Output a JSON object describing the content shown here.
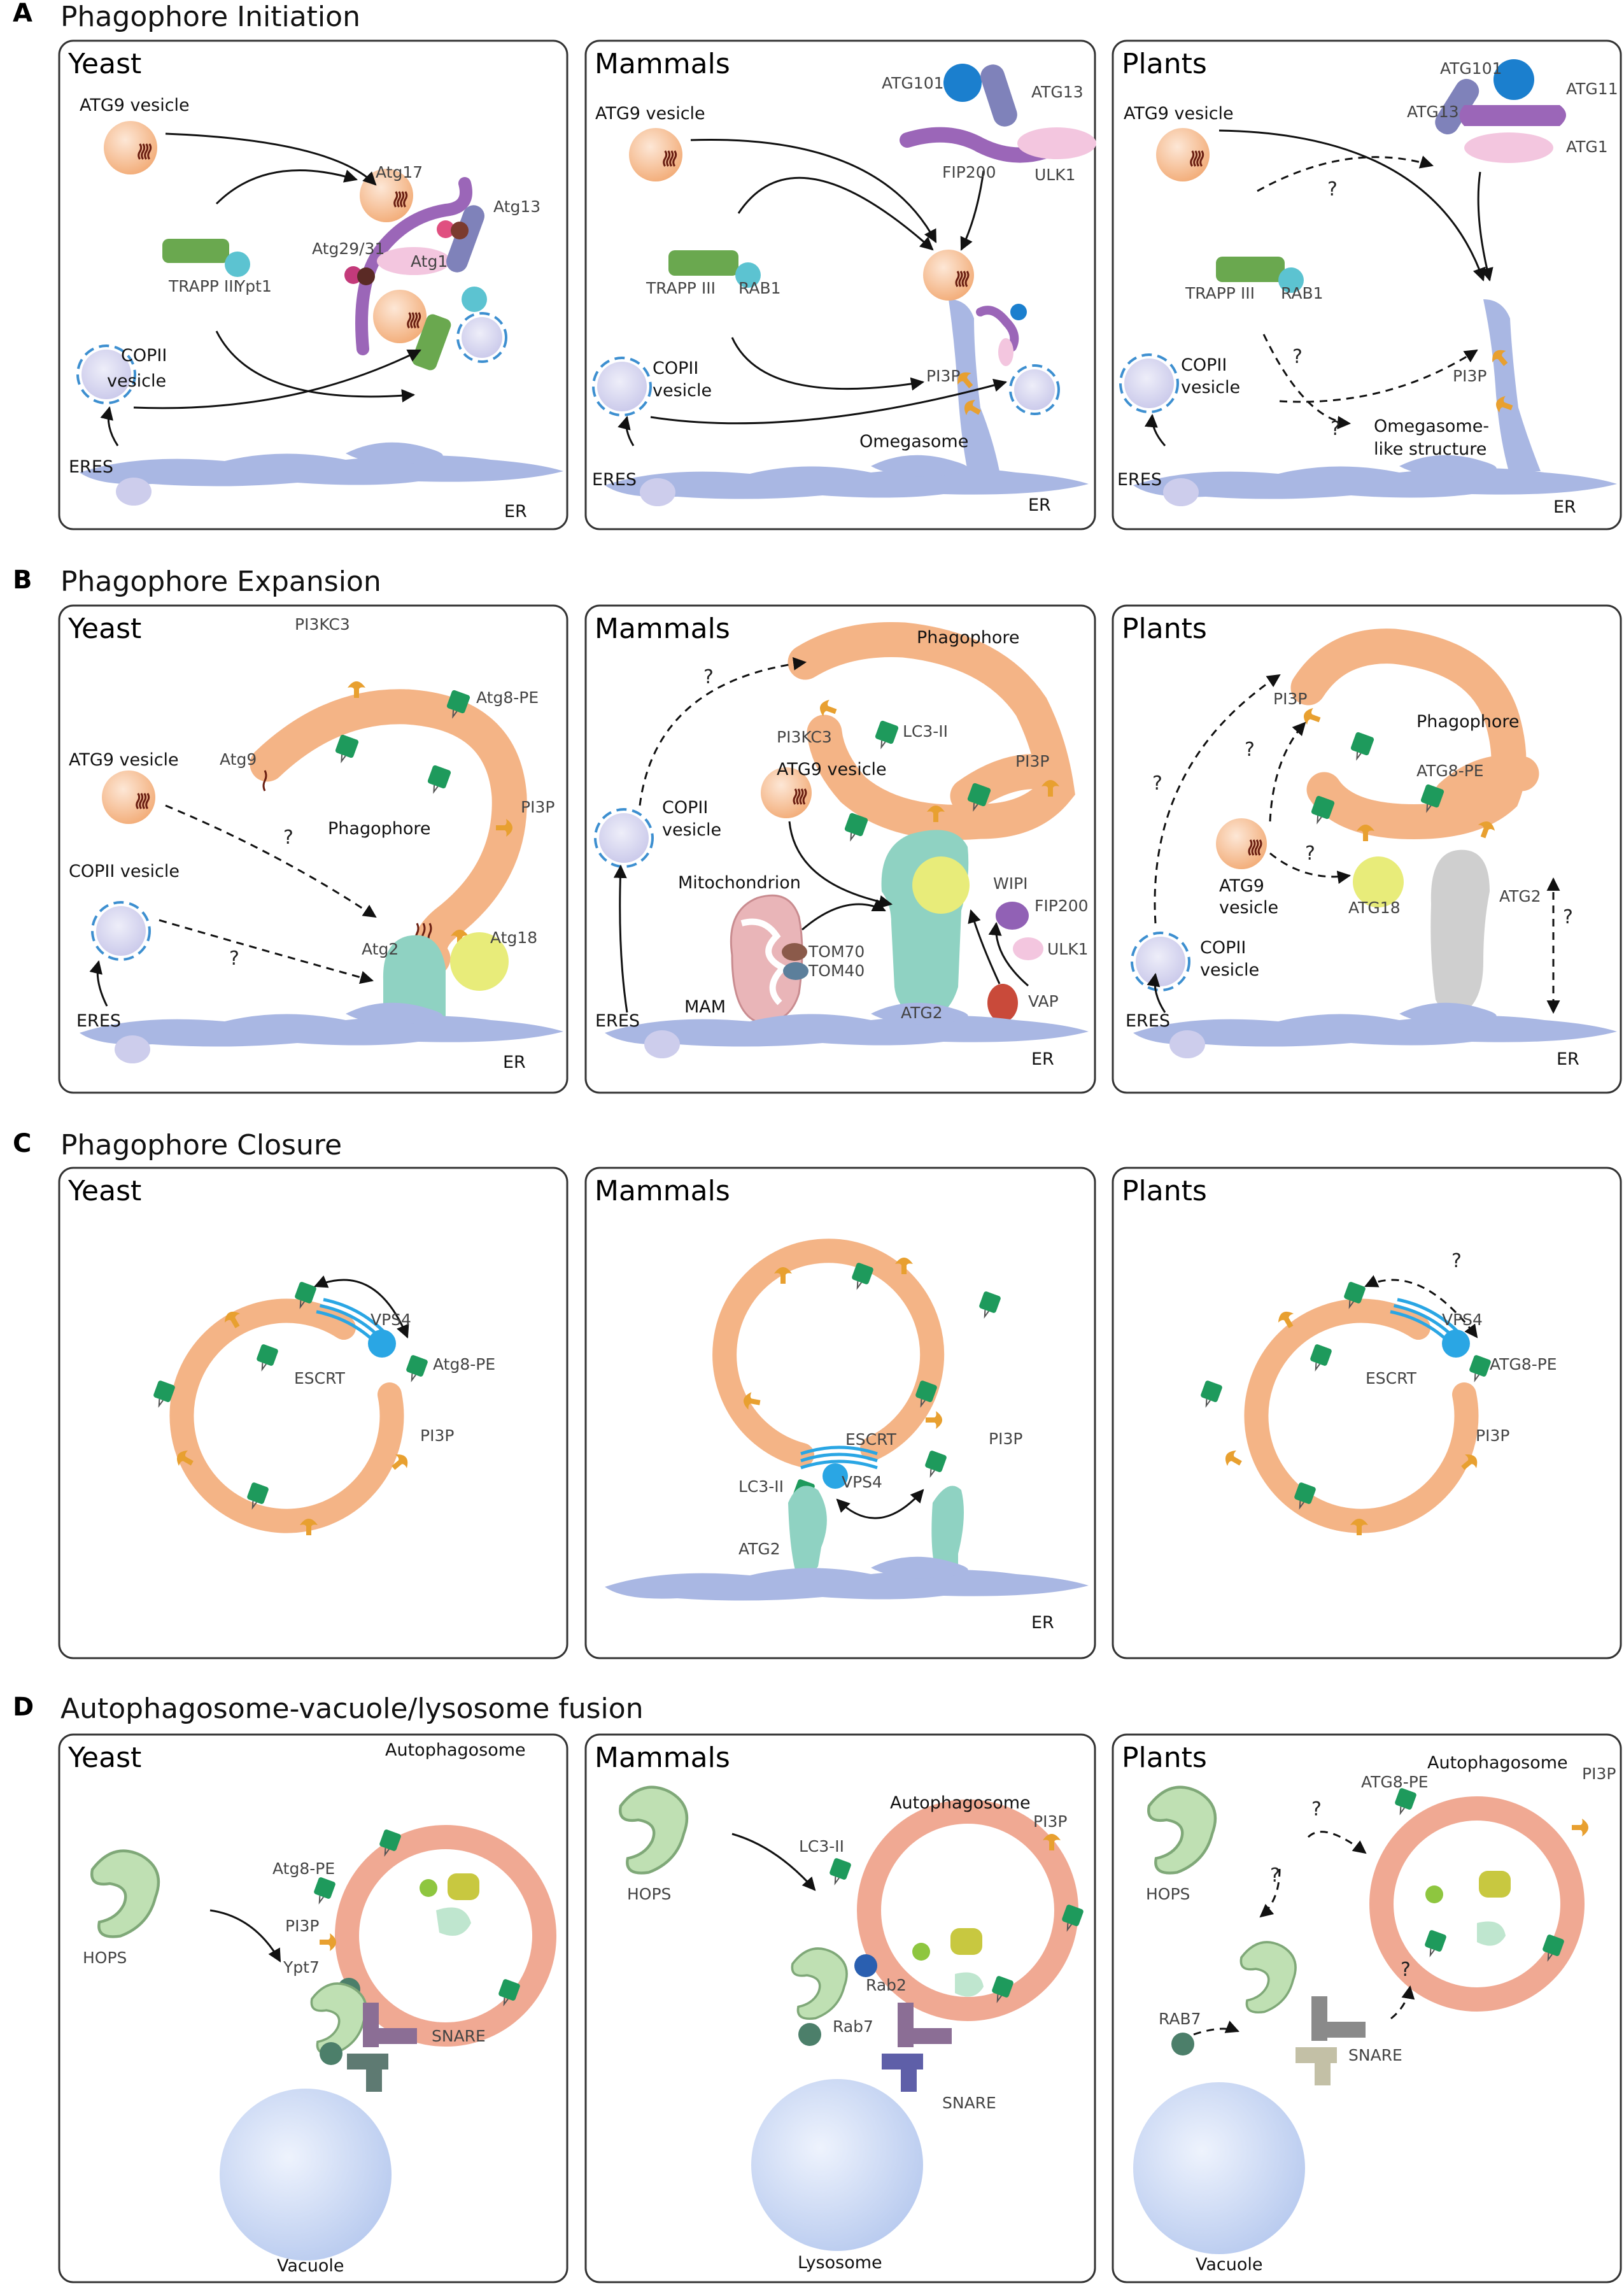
{
  "sections": [
    {
      "letter": "A",
      "title": "Phagophore Initiation"
    },
    {
      "letter": "B",
      "title": "Phagophore Expansion"
    },
    {
      "letter": "C",
      "title": "Phagophore Closure"
    },
    {
      "letter": "D",
      "title": "Autophagosome-vacuole/lysosome fusion"
    }
  ],
  "panel_titles": {
    "yeast": "Yeast",
    "mammals": "Mammals",
    "plants": "Plants"
  },
  "colors": {
    "vesicle_orange": "#f6bd91",
    "membrane_orange": "#f4b486",
    "er_blue": "#a9b7e3",
    "copii_fill": "#d3d3ee",
    "copii_dash": "#3d8fd0",
    "atg8_green": "#1e9a5c",
    "pi3p_orange": "#e8a030",
    "trapp_green": "#6aa84f",
    "ypt_cyan": "#5cc3d1",
    "atg1_pink": "#f3c6df",
    "atg17_purple": "#9b66b8",
    "atg13_slate": "#7f82ba",
    "atg2_teal": "#8fd2c2",
    "atg18_yellow": "#e8ec7a",
    "atg101_blue": "#1b7fce",
    "escrt_blue": "#2aa6e4",
    "vacuole_blue": "#c3d3f2",
    "hops_green": "#bfe0b3",
    "autophagosome_pink": "#f0a993",
    "snare_purple": "#8b6e95",
    "snare_blue": "#5e5fa8",
    "snare_gray": "#8a8a8a",
    "snare_tan": "#c3c0a6",
    "vap_red": "#c94a3a",
    "mito_pink": "#e9b5b8",
    "gray_atg2": "#cfcfcf"
  },
  "icons": {
    "atg8": "green-square-icon",
    "pi3p": "pi3p-mushroom-icon",
    "vesicle": "atg9-vesicle-icon",
    "copii": "copii-vesicle-icon",
    "er": "er-membrane-icon",
    "escrt": "escrt-spiral-icon",
    "hops": "hops-complex-icon",
    "snare": "snare-complex-icon"
  },
  "labels": {
    "atg9_vesicle": "ATG9 vesicle",
    "atg9": "ATG9",
    "vesicle": "vesicle",
    "copii": "COPII",
    "copii_vesicle": "COPII vesicle",
    "eres": "ERES",
    "er": "ER",
    "trapp": "TRAPP III",
    "ypt1": "Ypt1",
    "rab1": "RAB1",
    "atg17": "Atg17",
    "atg13_y": "Atg13",
    "atg29": "Atg29/31",
    "atg1_y": "Atg1",
    "atg101": "ATG101",
    "atg13": "ATG13",
    "atg11": "ATG11",
    "atg1": "ATG1",
    "fip200": "FIP200",
    "ulk1": "ULK1",
    "pi3p": "PI3P",
    "omegasome": "Omegasome",
    "omegasome_like": "Omegasome-",
    "like_structure": "like structure",
    "question": "?",
    "pi3kc3": "PI3KC3",
    "atg8pe_y": "Atg8-PE",
    "atg8pe": "ATG8-PE",
    "atg9_y": "Atg9",
    "phagophore": "Phagophore",
    "atg2_y": "Atg2",
    "atg18_y": "Atg18",
    "lc3ii": "LC3-II",
    "mitochondrion": "Mitochondrion",
    "tom70": "TOM70",
    "tom40": "TOM40",
    "mam": "MAM",
    "atg2": "ATG2",
    "wipi": "WIPI",
    "vap": "VAP",
    "atg18": "ATG18",
    "vps4": "VPS4",
    "escrt": "ESCRT",
    "autophagosome": "Autophagosome",
    "hops": "HOPS",
    "ypt7": "Ypt7",
    "snare": "SNARE",
    "vacuole": "Vacuole",
    "rab2": "Rab2",
    "rab7y": "Rab7",
    "lysosome": "Lysosome",
    "rab7": "RAB7"
  }
}
